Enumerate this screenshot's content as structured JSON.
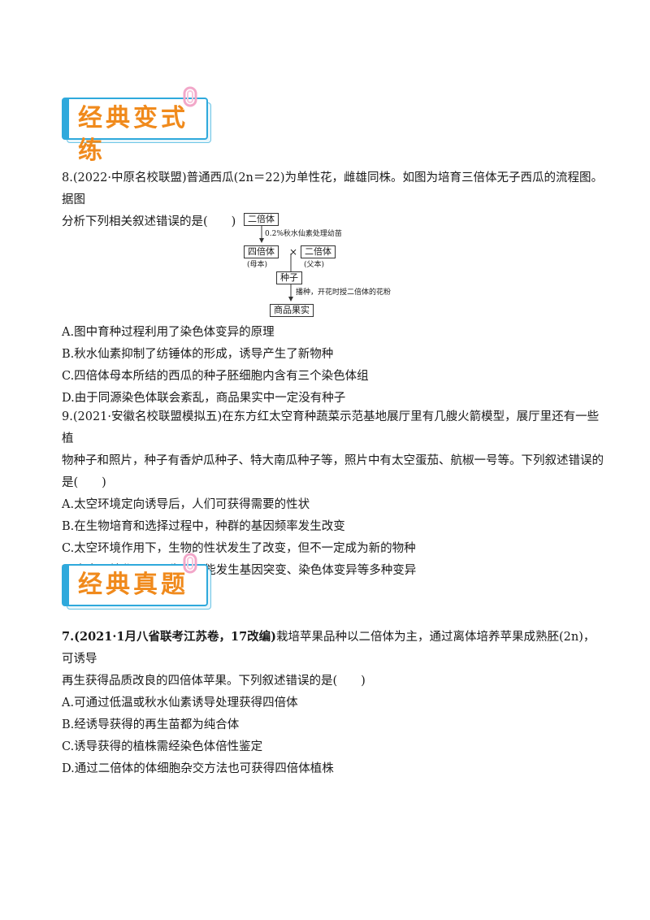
{
  "sections": [
    {
      "title": "经典变式练"
    },
    {
      "title": "经典真题"
    }
  ],
  "q8": {
    "number": "8.",
    "source": "(2022·中原名校联盟)",
    "stem_line1": "普通西瓜(2n＝22)为单性花，雌雄同株。如图为培育三倍体无子西瓜的流程图。据图",
    "stem_line2": "分析下列相关叙述错误的是(　　)",
    "options": [
      "A.图中育种过程利用了染色体变异的原理",
      "B.秋水仙素抑制了纺锤体的形成，诱导产生了新物种",
      "C.四倍体母本所结的西瓜的种子胚细胞内含有三个染色体组",
      "D.由于同源染色体联会紊乱，商品果实中一定没有种子"
    ]
  },
  "flowchart": {
    "diploid_top": "二倍体",
    "step1_note": "0.2%秋水仙素处理幼苗",
    "tetraploid": "四倍体",
    "tetraploid_role": "(母本)",
    "cross": "×",
    "diploid_right": "二倍体",
    "diploid_role": "(父本)",
    "seed": "种子",
    "step2_note": "播种，开花时授二倍体的花粉",
    "fruit": "商品果实"
  },
  "q9": {
    "number": "9.",
    "source": "(2021·安徽名校联盟模拟五)",
    "stem_line1": "在东方红太空育种蔬菜示范基地展厅里有几艘火箭模型，展厅里还有一些植",
    "stem_line2": "物种子和照片，种子有香炉瓜种子、特大南瓜种子等，照片中有太空蛋茄、航椒一号等。下列叙述错误的",
    "stem_line3": "是(　　)",
    "options": [
      "A.太空环境定向诱导后，人们可获得需要的性状",
      "B.在生物培育和选择过程中，种群的基因频率发生改变",
      "C.太空环境作用下，生物的性状发生了改变，但不一定成为新的物种",
      "D.太空环境作用下，生物可能发生基因突变、染色体变异等多种变异"
    ]
  },
  "q7": {
    "source": "7.(2021·1月八省联考江苏卷，17改编)",
    "stem_line1": "栽培苹果品种以二倍体为主，通过离体培养苹果成熟胚(2n)，可诱导",
    "stem_line2": "再生获得品质改良的四倍体苹果。下列叙述错误的是(　　)",
    "options": [
      "A.可通过低温或秋水仙素诱导处理获得四倍体",
      "B.经诱导获得的再生苗都为纯合体",
      "C.诱导获得的植株需经染色体倍性鉴定",
      "D.通过二倍体的体细胞杂交方法也可获得四倍体植株"
    ]
  }
}
